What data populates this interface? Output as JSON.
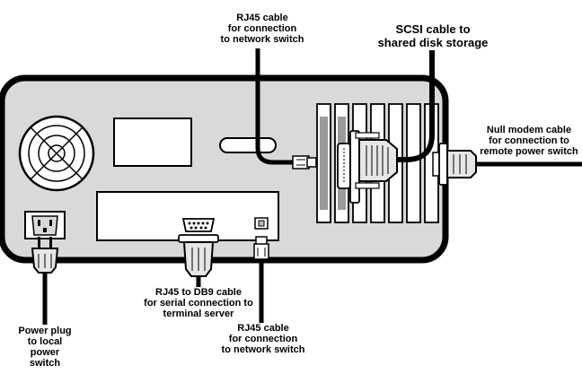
{
  "labels": {
    "rj45_top": [
      "RJ45 cable",
      "for connection",
      "to network switch"
    ],
    "scsi": [
      "SCSI cable to",
      "shared disk storage"
    ],
    "null_modem": [
      "Null modem cable",
      "for connection to",
      "remote power switch"
    ],
    "rj45_db9": [
      "RJ45 to DB9 cable",
      "for serial connection to",
      "terminal server"
    ],
    "rj45_bottom": [
      "RJ45 cable",
      "for connection",
      "to network switch"
    ],
    "power": [
      "Power plug",
      "to local",
      "power",
      "switch"
    ]
  }
}
